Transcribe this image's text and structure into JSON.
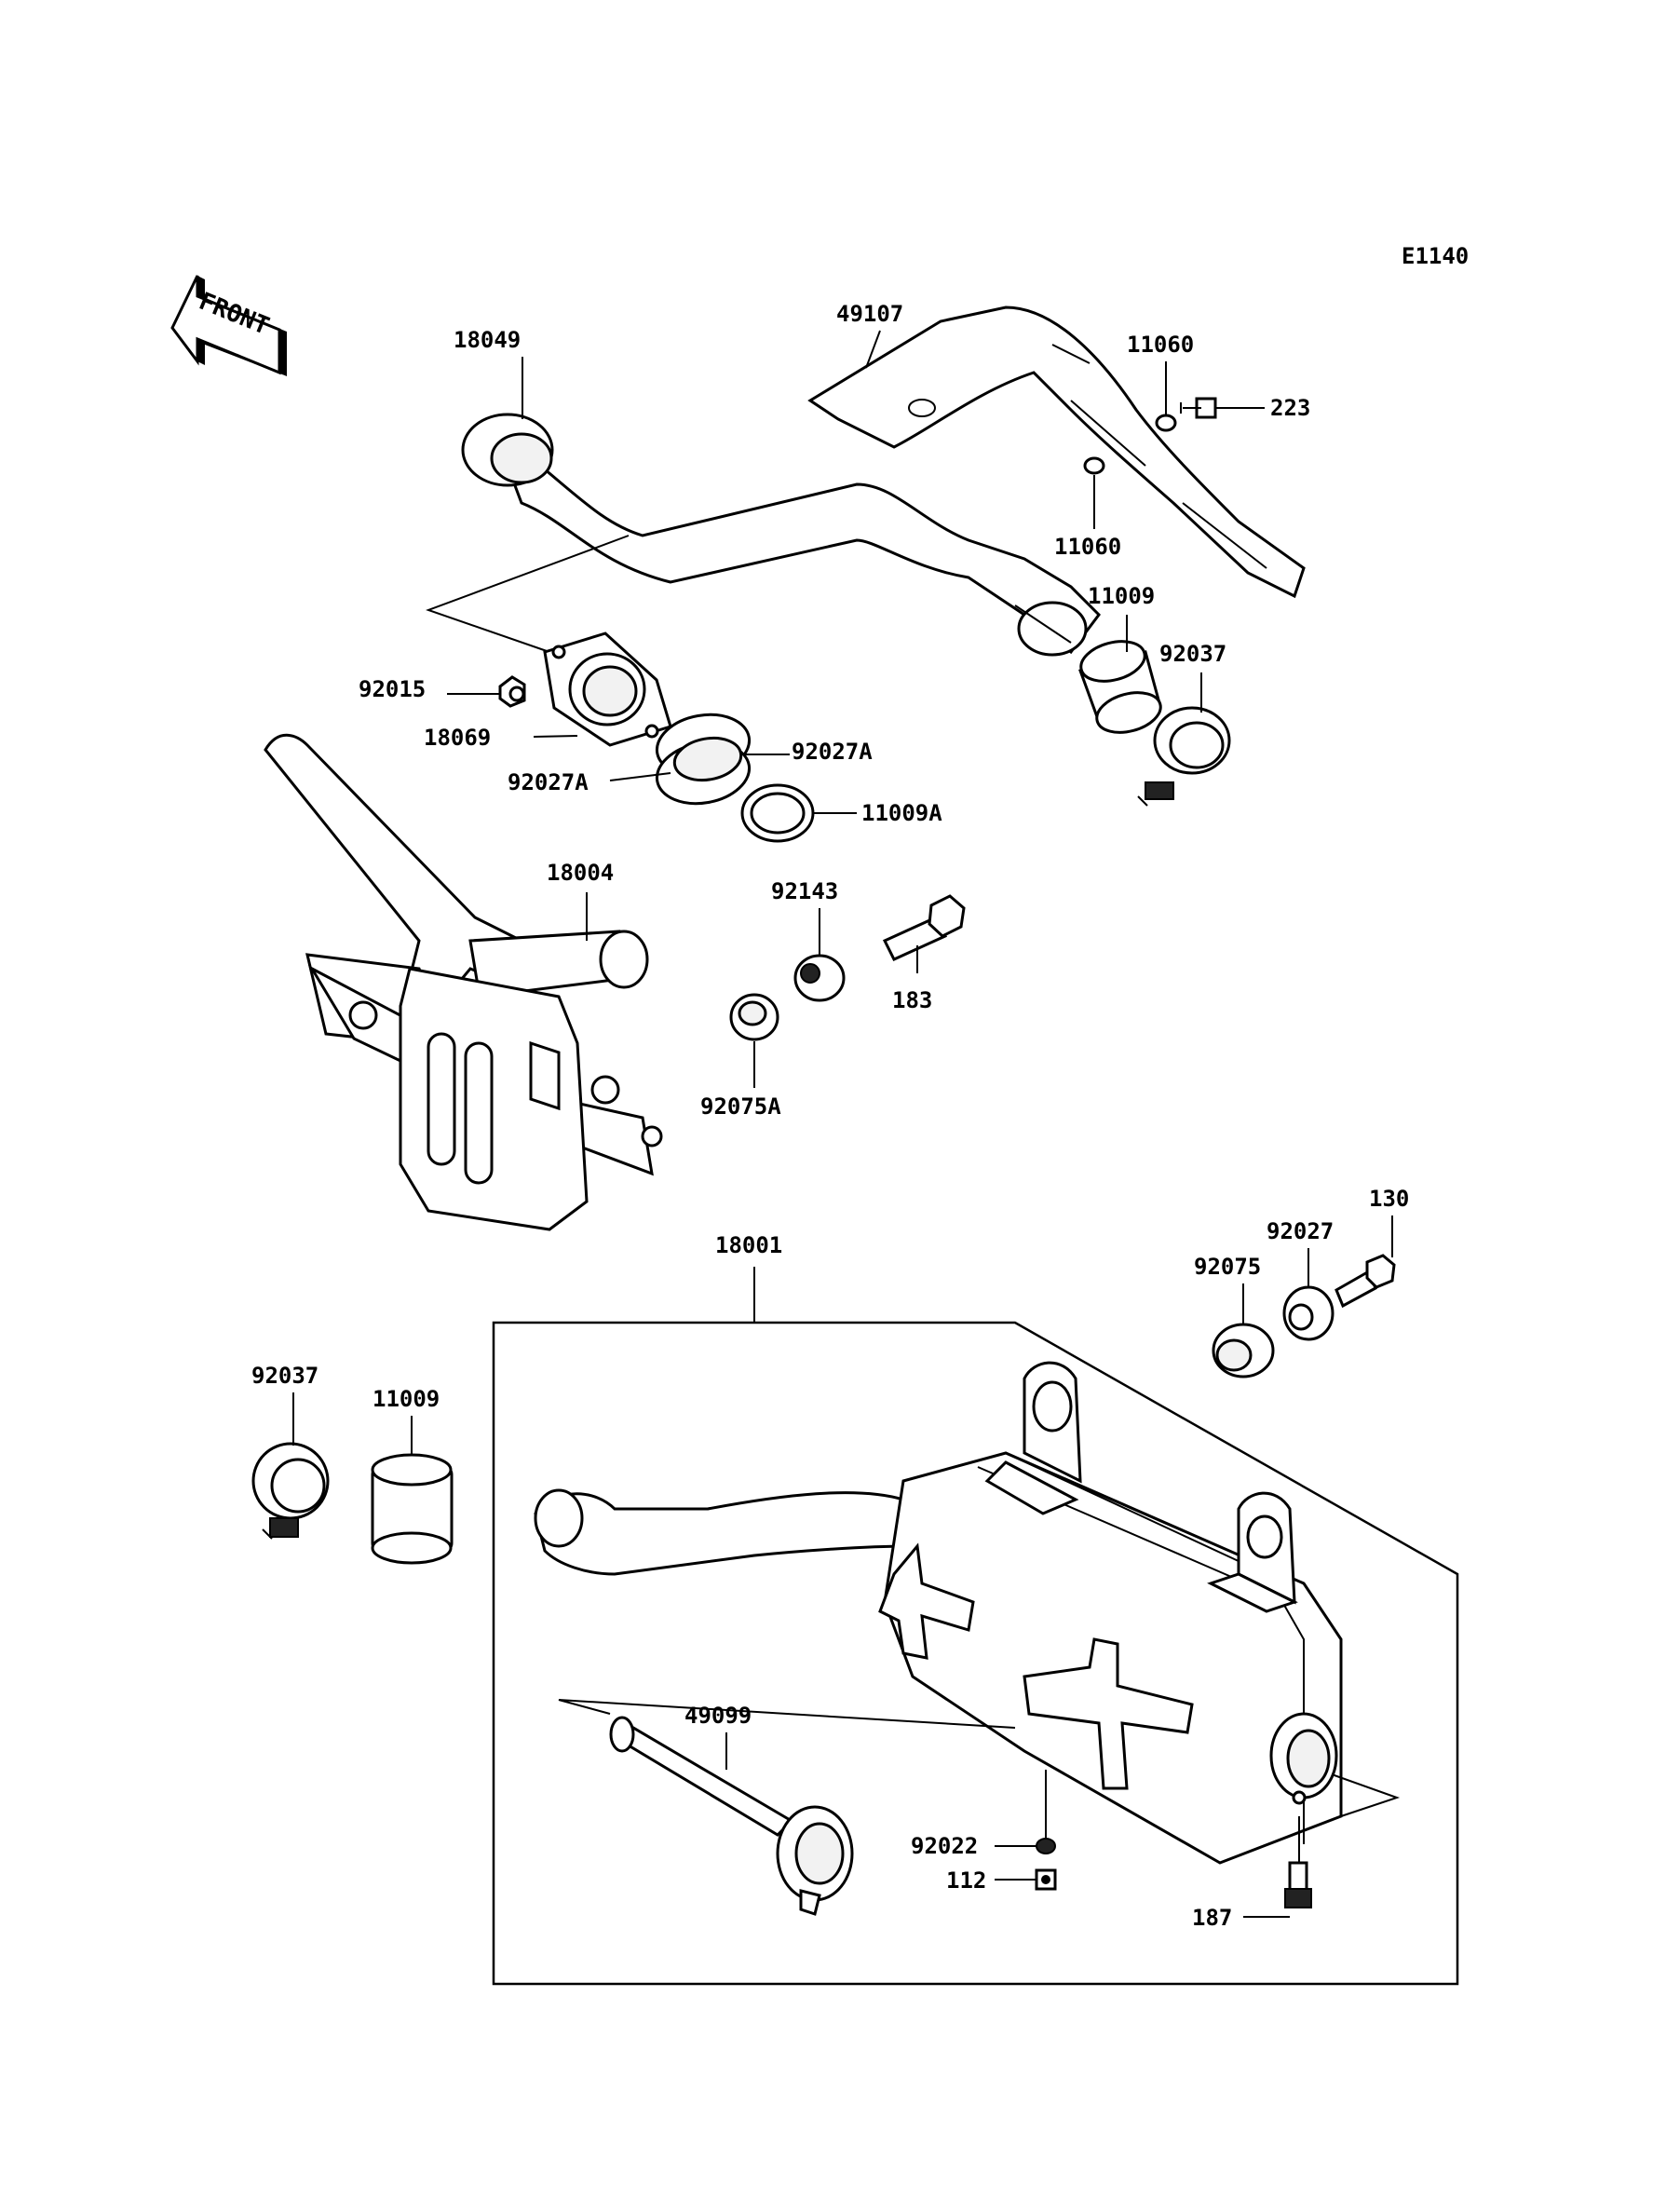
{
  "diagram_code": "E1140",
  "front_label": "FRONT",
  "parts": {
    "p18049": "18049",
    "p49107": "49107",
    "p11060a": "11060",
    "p223": "223",
    "p11060b": "11060",
    "p11009a": "11009",
    "p92037a": "92037",
    "p92015": "92015",
    "p18069": "18069",
    "p92027Aa": "92027A",
    "p92027Ab": "92027A",
    "p11009A": "11009A",
    "p18004": "18004",
    "p92143": "92143",
    "p183": "183",
    "p92075A": "92075A",
    "p18001": "18001",
    "p130": "130",
    "p92027": "92027",
    "p92075": "92075",
    "p92037b": "92037",
    "p11009b": "11009",
    "p49099": "49099",
    "p92022": "92022",
    "p112": "112",
    "p187": "187"
  }
}
